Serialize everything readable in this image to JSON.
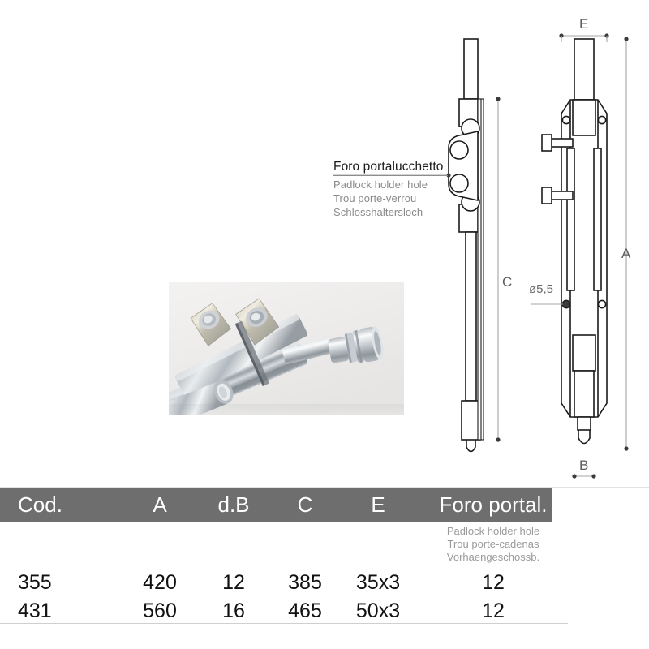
{
  "callout": {
    "title": "Foro portalucchetto",
    "translations": [
      "Padlock holder hole",
      "Trou porte-verrou",
      "Schlosshaltersloch"
    ]
  },
  "drawing": {
    "dimension_labels": {
      "A": "A",
      "B": "B",
      "C": "C",
      "E": "E"
    },
    "hole_label": "ø5,5",
    "views": {
      "side_view_name": "side-view-bolt",
      "front_view_name": "front-view-bolt"
    },
    "photo_caption": "zinc plated steel door bolt latch photo",
    "colors": {
      "line": "#1b1b1b",
      "dimension_line": "#9a9a9a",
      "label_text": "#5d5d5d"
    }
  },
  "table": {
    "header_background": "#6e6e6e",
    "columns": [
      {
        "key": "cod",
        "label": "Cod."
      },
      {
        "key": "a",
        "label": "A"
      },
      {
        "key": "db",
        "label": "d.B"
      },
      {
        "key": "c",
        "label": "C"
      },
      {
        "key": "e",
        "label": "E"
      },
      {
        "key": "foro",
        "label": "Foro portal."
      }
    ],
    "foro_translations": [
      "Padlock holder hole",
      "Trou porte-cadenas",
      "Vorhaengeschossb."
    ],
    "rows": [
      {
        "cod": "355",
        "a": "420",
        "db": "12",
        "c": "385",
        "e": "35x3",
        "foro": "12"
      },
      {
        "cod": "431",
        "a": "560",
        "db": "16",
        "c": "465",
        "e": "50x3",
        "foro": "12"
      }
    ]
  }
}
